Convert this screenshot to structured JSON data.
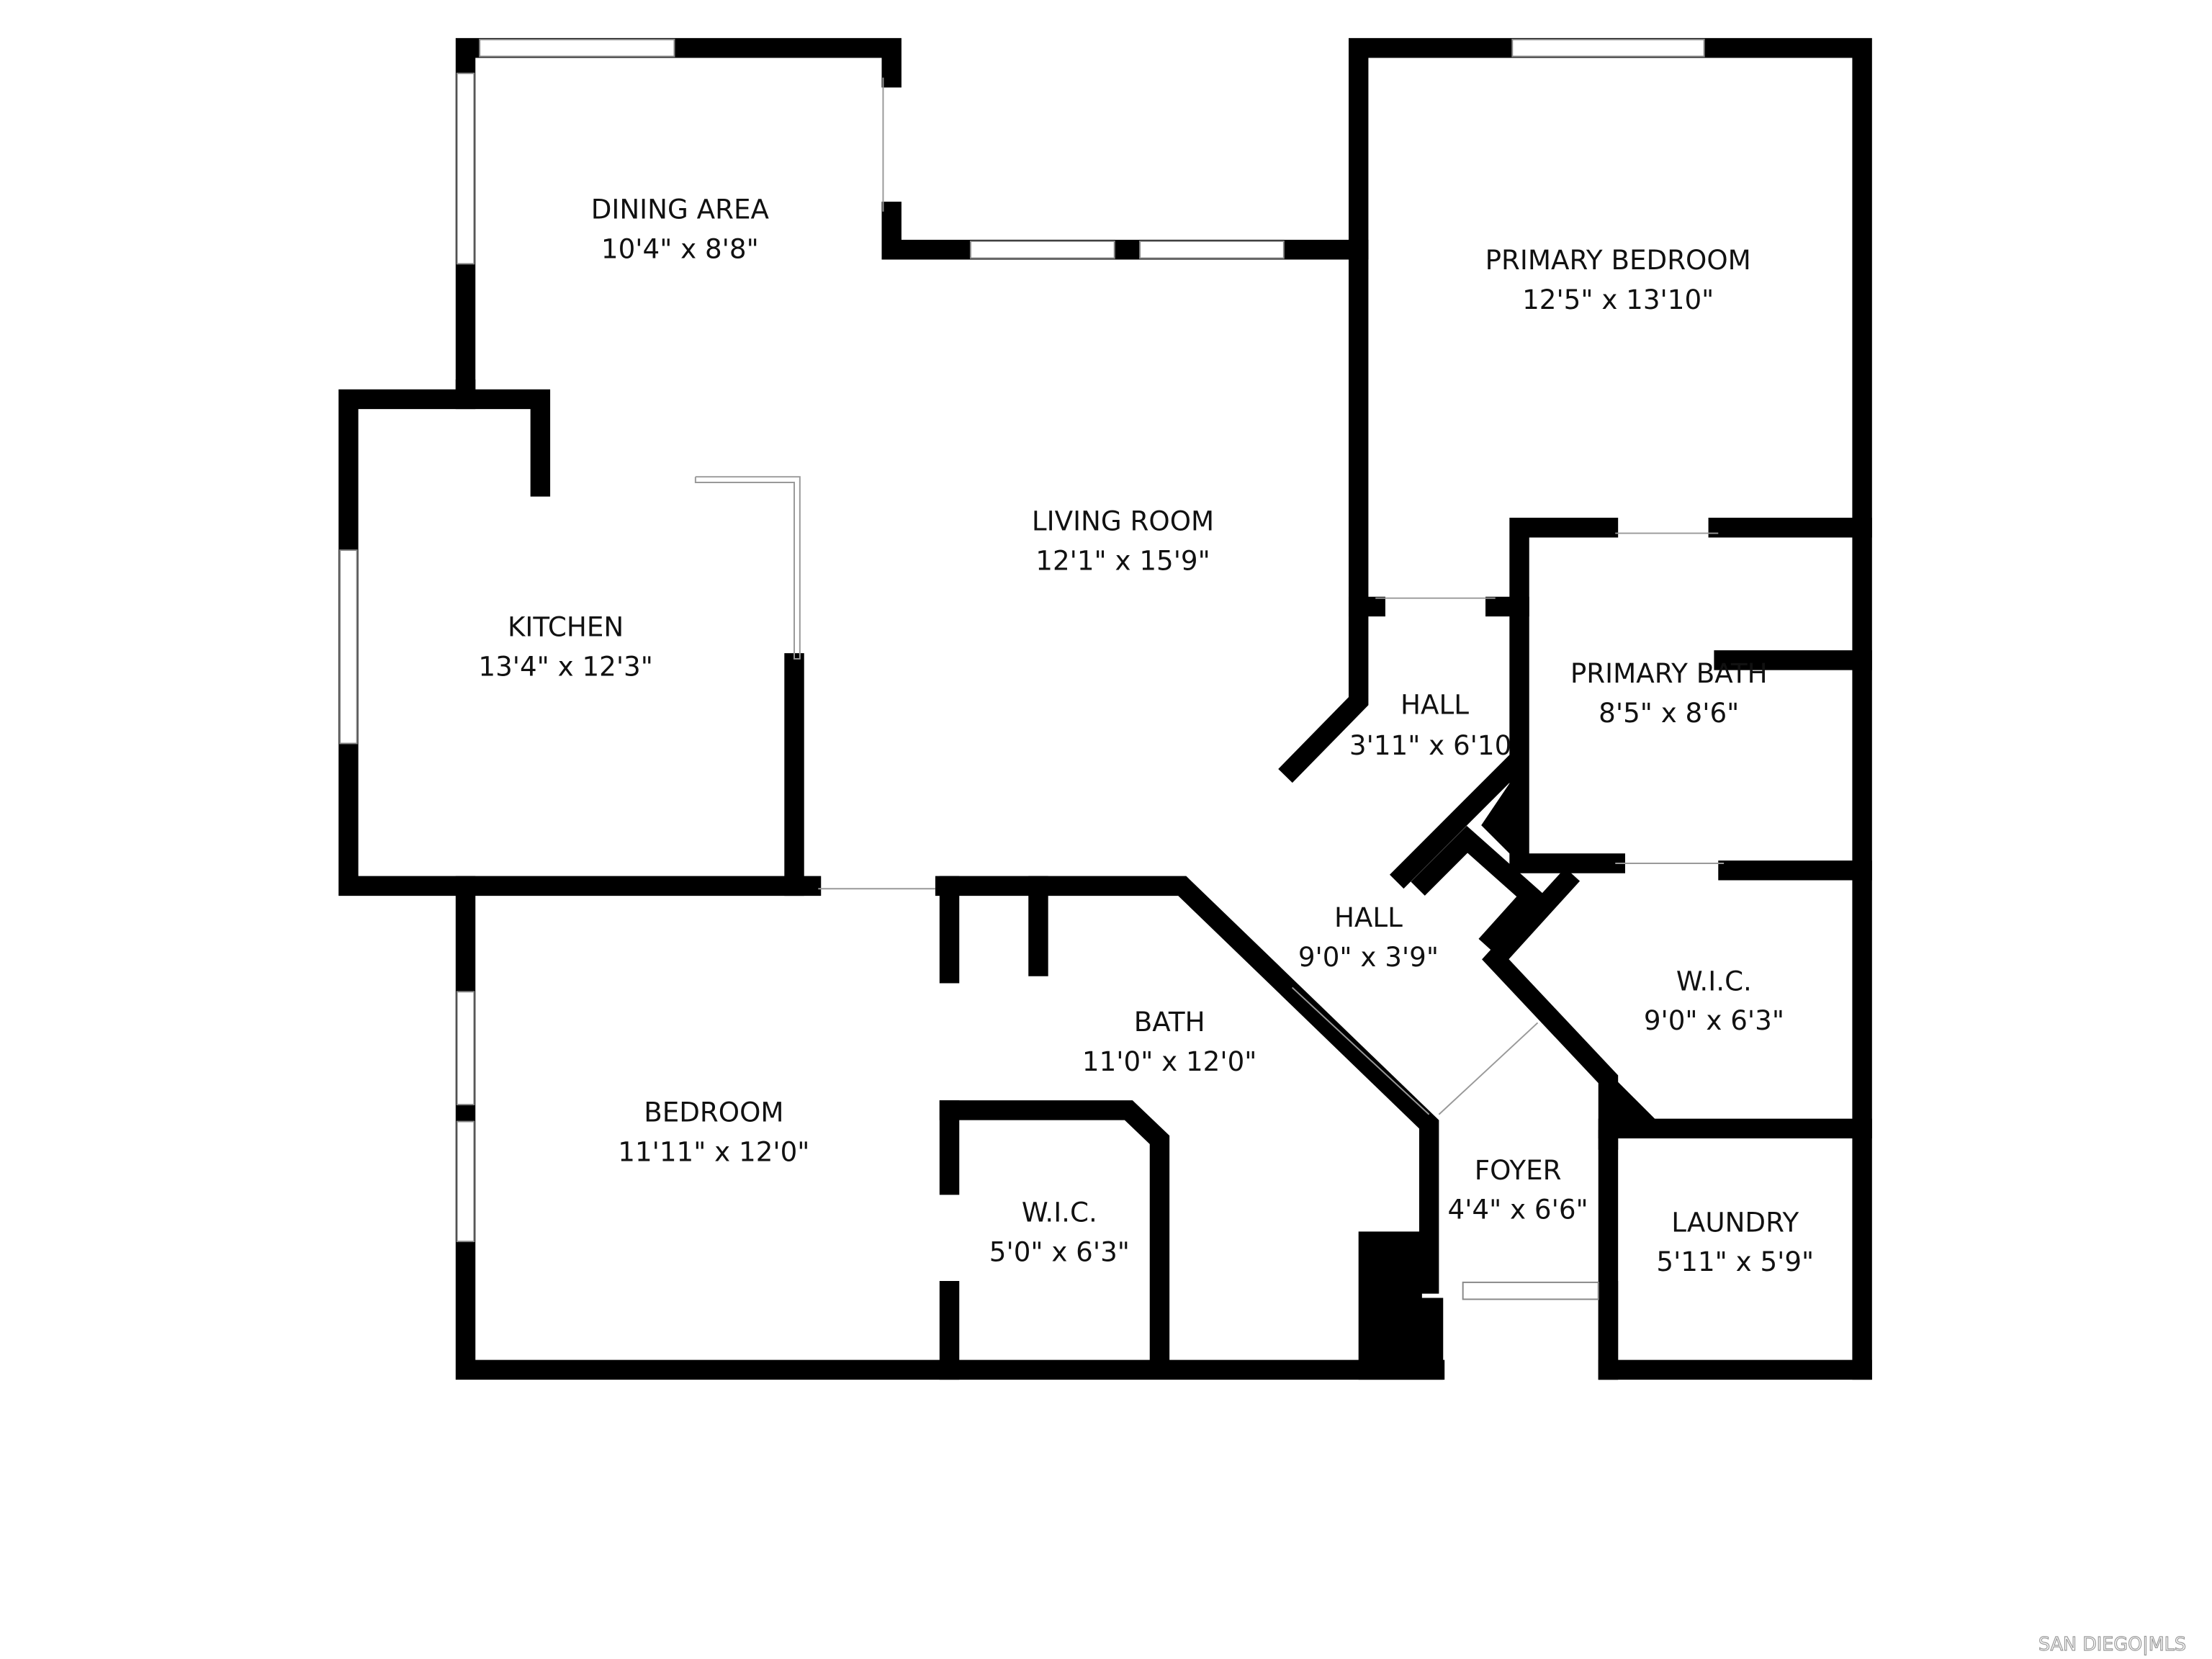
{
  "rooms": [
    {
      "name": "DINING AREA",
      "size": "10'4\" x 8'8\""
    },
    {
      "name": "LIVING ROOM",
      "size": "12'1\" x 15'9\""
    },
    {
      "name": "PRIMARY BEDROOM",
      "size": "12'5\" x 13'10\""
    },
    {
      "name": "KITCHEN",
      "size": "13'4\" x 12'3\""
    },
    {
      "name": "HALL",
      "size": "3'11\" x 6'10"
    },
    {
      "name": "PRIMARY BATH",
      "size": "8'5\" x 8'6\""
    },
    {
      "name": "HALL",
      "size": "9'0\" x 3'9\""
    },
    {
      "name": "W.I.C.",
      "size": "9'0\" x 6'3\""
    },
    {
      "name": "BATH",
      "size": "11'0\" x 12'0\""
    },
    {
      "name": "BEDROOM",
      "size": "11'11\" x 12'0\""
    },
    {
      "name": "FOYER",
      "size": "4'4\" x 6'6\""
    },
    {
      "name": "W.I.C.",
      "size": "5'0\" x 6'3\""
    },
    {
      "name": "LAUNDRY",
      "size": "5'11\" x 5'9\""
    }
  ],
  "watermark": {
    "text": "SAN DIEGO|MLS"
  },
  "colors": {
    "wall": "#000000",
    "background": "#ffffff"
  }
}
